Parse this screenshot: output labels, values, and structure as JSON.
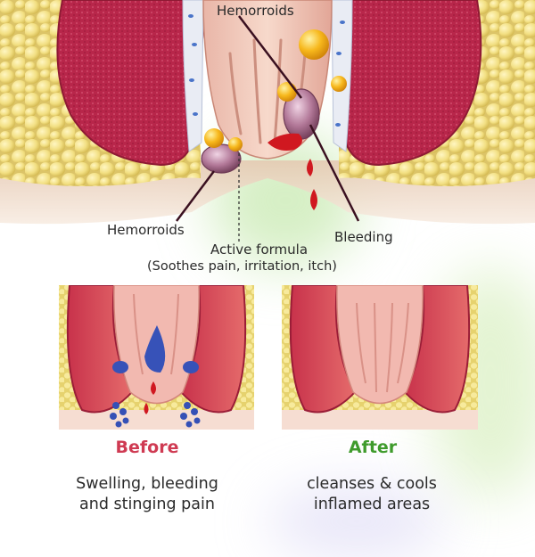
{
  "labels": {
    "hemorrhoids_top": "Hemorroids",
    "hemorrhoids_left": "Hemorroids",
    "bleeding": "Bleeding",
    "active_formula": "Active formula",
    "active_formula_sub": "(Soothes pain, irritation, itch)"
  },
  "panels": {
    "before": {
      "title": "Before",
      "line1": "Swelling, bleeding",
      "line2": "and stinging pain"
    },
    "after": {
      "title": "After",
      "line1": "cleanses & cools",
      "line2": "inflamed areas"
    }
  },
  "colors": {
    "before_title": "#cf3a52",
    "after_title": "#3f9b2c",
    "tissue_red": "#b32642",
    "fat_yellow": "#f0dc7c",
    "lining_pink": "#f1b3b0",
    "blood": "#d01820",
    "vein_blue": "#3752b8"
  }
}
